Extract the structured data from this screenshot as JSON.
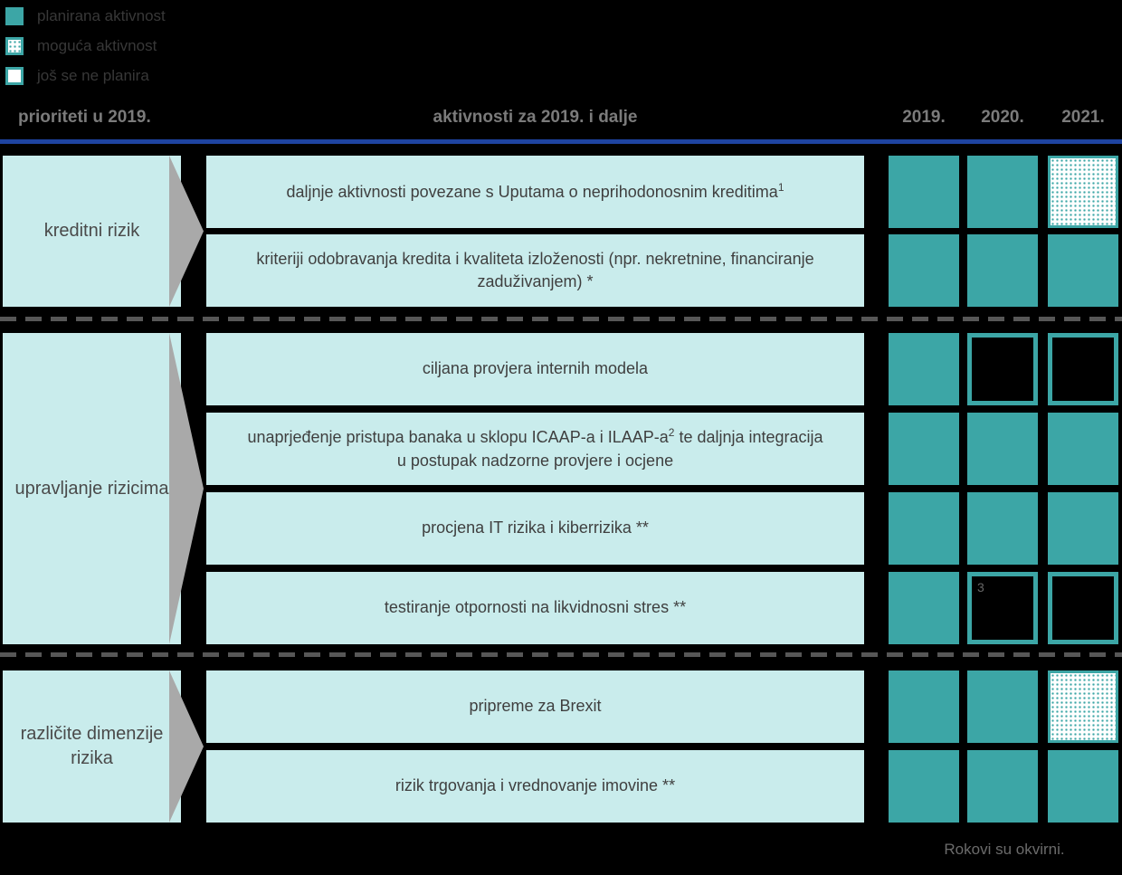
{
  "legend": {
    "items": [
      {
        "label": "planirana aktivnost",
        "state": "planned"
      },
      {
        "label": "moguća aktivnost",
        "state": "possible"
      },
      {
        "label": "još se ne planira",
        "state": "not_planned"
      }
    ]
  },
  "header": {
    "col_priorities": "prioriteti u 2019.",
    "col_activities": "aktivnosti za 2019. i dalje",
    "years": [
      "2019.",
      "2020.",
      "2021."
    ]
  },
  "sections": [
    {
      "priority": "kreditni rizik",
      "rows": [
        {
          "text": "daljnje aktivnosti povezane s Uputama o neprihodonosnim kreditima",
          "sup": "1",
          "cells": [
            "planned",
            "planned",
            "possible"
          ]
        },
        {
          "text": "kriteriji odobravanja kredita i kvaliteta izloženosti (npr. nekretnine, financiranje zaduživanjem) *",
          "cells": [
            "planned",
            "planned",
            "planned"
          ]
        }
      ]
    },
    {
      "priority": "upravljanje rizicima",
      "rows": [
        {
          "text": "ciljana provjera internih modela",
          "cells": [
            "planned",
            "not_planned",
            "not_planned"
          ]
        },
        {
          "text": "unaprjeđenje pristupa  banaka u sklopu ICAAP-a i ILAAP-a",
          "sup": "2",
          "text_after": " te daljnja integracija u postupak nadzorne provjere i ocjene",
          "cells": [
            "planned",
            "planned",
            "planned"
          ]
        },
        {
          "text": "procjena IT rizika i kiberrizika **",
          "cells": [
            "planned",
            "planned",
            "planned"
          ]
        },
        {
          "text": "testiranje otpornosti na likvidnosni stres **",
          "cells": [
            "planned",
            "not_planned",
            "not_planned"
          ],
          "cell_note": "3"
        }
      ]
    },
    {
      "priority": "različite dimenzije rizika",
      "rows": [
        {
          "text": "pripreme za Brexit",
          "cells": [
            "planned",
            "planned",
            "possible"
          ]
        },
        {
          "text": "rizik trgovanja i vrednovanje imovine **",
          "cells": [
            "planned",
            "planned",
            "planned"
          ]
        }
      ]
    }
  ],
  "footer": {
    "note": "Rokovi su okvirni."
  },
  "colors": {
    "teal": "#3ca6a6",
    "pale_teal": "#c9ecec",
    "blue_rule": "#1e43a0",
    "arrow_gray": "#a9a9a9"
  }
}
